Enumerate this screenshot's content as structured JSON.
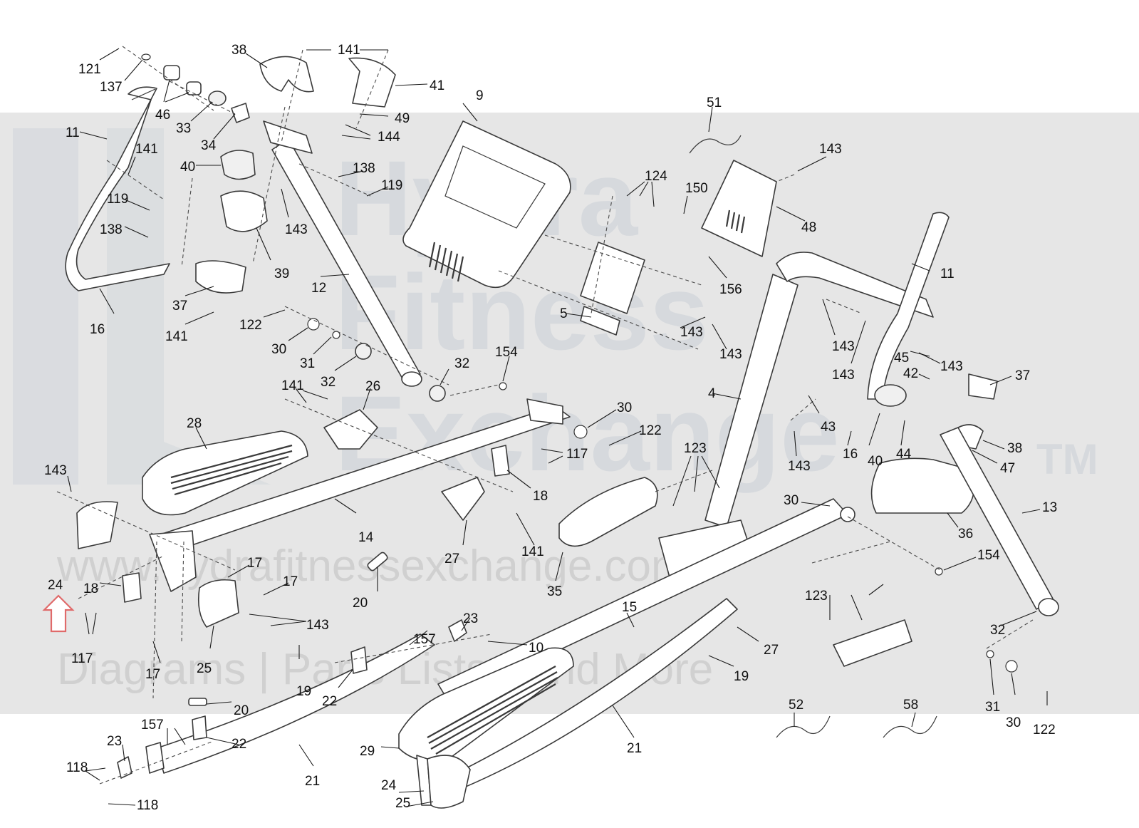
{
  "watermark": {
    "brand_lines": [
      "Hydra",
      "Fitness",
      "Exchange"
    ],
    "trademark": "TM",
    "site_url": "www.hydrafitnessexchange.com",
    "tagline": "Diagrams | Parts Lists | And More"
  },
  "colors": {
    "band": "#e6e6e6",
    "line_art": "#3a3a3a",
    "indicator_arrow": "#e06a6a"
  },
  "callouts": [
    {
      "id": "c1",
      "text": "121"
    },
    {
      "id": "c2",
      "text": "137"
    },
    {
      "id": "c3",
      "text": "46"
    },
    {
      "id": "c4",
      "text": "33"
    },
    {
      "id": "c5",
      "text": "34"
    },
    {
      "id": "c6",
      "text": "38"
    },
    {
      "id": "c7",
      "text": "141"
    },
    {
      "id": "c8",
      "text": "41"
    },
    {
      "id": "c9",
      "text": "49"
    },
    {
      "id": "c10",
      "text": "144"
    },
    {
      "id": "c11",
      "text": "11"
    },
    {
      "id": "c12",
      "text": "141"
    },
    {
      "id": "c13",
      "text": "40"
    },
    {
      "id": "c14",
      "text": "138"
    },
    {
      "id": "c15",
      "text": "119"
    },
    {
      "id": "c16",
      "text": "119"
    },
    {
      "id": "c17",
      "text": "138"
    },
    {
      "id": "c18",
      "text": "143"
    },
    {
      "id": "c19",
      "text": "39"
    },
    {
      "id": "c20",
      "text": "37"
    },
    {
      "id": "c21",
      "text": "16"
    },
    {
      "id": "c22",
      "text": "141"
    },
    {
      "id": "c23",
      "text": "12"
    },
    {
      "id": "c24",
      "text": "122"
    },
    {
      "id": "c25",
      "text": "30"
    },
    {
      "id": "c26",
      "text": "31"
    },
    {
      "id": "c27",
      "text": "32"
    },
    {
      "id": "c28",
      "text": "32"
    },
    {
      "id": "c29",
      "text": "9"
    },
    {
      "id": "c30",
      "text": "51"
    },
    {
      "id": "c31",
      "text": "124"
    },
    {
      "id": "c32",
      "text": "150"
    },
    {
      "id": "c33",
      "text": "143"
    },
    {
      "id": "c34",
      "text": "48"
    },
    {
      "id": "c35",
      "text": "156"
    },
    {
      "id": "c36",
      "text": "5"
    },
    {
      "id": "c37",
      "text": "143"
    },
    {
      "id": "c38",
      "text": "143"
    },
    {
      "id": "c39",
      "text": "11"
    },
    {
      "id": "c40",
      "text": "143"
    },
    {
      "id": "c41",
      "text": "143"
    },
    {
      "id": "c42",
      "text": "45"
    },
    {
      "id": "c43",
      "text": "143"
    },
    {
      "id": "c44",
      "text": "42"
    },
    {
      "id": "c45",
      "text": "37"
    },
    {
      "id": "c46",
      "text": "4"
    },
    {
      "id": "c47",
      "text": "43"
    },
    {
      "id": "c48",
      "text": "143"
    },
    {
      "id": "c49",
      "text": "16"
    },
    {
      "id": "c50",
      "text": "40"
    },
    {
      "id": "c51",
      "text": "44"
    },
    {
      "id": "c52",
      "text": "38"
    },
    {
      "id": "c53",
      "text": "47"
    },
    {
      "id": "c54",
      "text": "154"
    },
    {
      "id": "c55",
      "text": "141"
    },
    {
      "id": "c56",
      "text": "26"
    },
    {
      "id": "c57",
      "text": "28"
    },
    {
      "id": "c58",
      "text": "30"
    },
    {
      "id": "c59",
      "text": "122"
    },
    {
      "id": "c60",
      "text": "117"
    },
    {
      "id": "c61",
      "text": "18"
    },
    {
      "id": "c62",
      "text": "123"
    },
    {
      "id": "c63",
      "text": "143"
    },
    {
      "id": "c64",
      "text": "14"
    },
    {
      "id": "c65",
      "text": "27"
    },
    {
      "id": "c66",
      "text": "141"
    },
    {
      "id": "c67",
      "text": "30"
    },
    {
      "id": "c68",
      "text": "13"
    },
    {
      "id": "c69",
      "text": "36"
    },
    {
      "id": "c70",
      "text": "35"
    },
    {
      "id": "c71",
      "text": "154"
    },
    {
      "id": "c72",
      "text": "24"
    },
    {
      "id": "c73",
      "text": "18"
    },
    {
      "id": "c74",
      "text": "117"
    },
    {
      "id": "c75",
      "text": "17"
    },
    {
      "id": "c76",
      "text": "17"
    },
    {
      "id": "c77",
      "text": "143"
    },
    {
      "id": "c78",
      "text": "25"
    },
    {
      "id": "c79",
      "text": "17"
    },
    {
      "id": "c80",
      "text": "20"
    },
    {
      "id": "c81",
      "text": "123"
    },
    {
      "id": "c82",
      "text": "15"
    },
    {
      "id": "c83",
      "text": "23"
    },
    {
      "id": "c84",
      "text": "157"
    },
    {
      "id": "c85",
      "text": "10"
    },
    {
      "id": "c86",
      "text": "27"
    },
    {
      "id": "c87",
      "text": "19"
    },
    {
      "id": "c88",
      "text": "19"
    },
    {
      "id": "c89",
      "text": "22"
    },
    {
      "id": "c90",
      "text": "32"
    },
    {
      "id": "c91",
      "text": "20"
    },
    {
      "id": "c92",
      "text": "52"
    },
    {
      "id": "c93",
      "text": "58"
    },
    {
      "id": "c94",
      "text": "31"
    },
    {
      "id": "c95",
      "text": "30"
    },
    {
      "id": "c96",
      "text": "122"
    },
    {
      "id": "c97",
      "text": "21"
    },
    {
      "id": "c98",
      "text": "21"
    },
    {
      "id": "c99",
      "text": "29"
    },
    {
      "id": "c100",
      "text": "23"
    },
    {
      "id": "c101",
      "text": "157"
    },
    {
      "id": "c102",
      "text": "22"
    },
    {
      "id": "c103",
      "text": "118"
    },
    {
      "id": "c104",
      "text": "118"
    },
    {
      "id": "c105",
      "text": "24"
    },
    {
      "id": "c106",
      "text": "25"
    }
  ]
}
